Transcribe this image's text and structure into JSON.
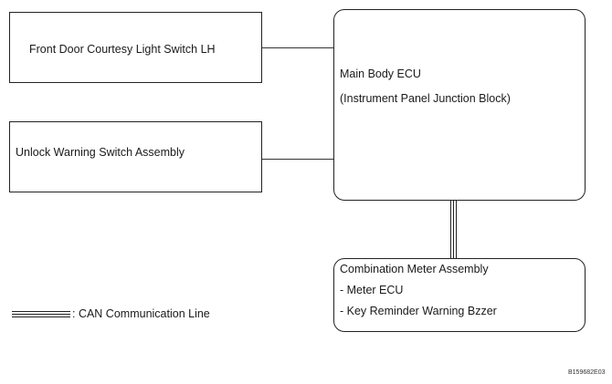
{
  "boxes": {
    "front_door_switch": {
      "label": "Front Door Courtesy Light Switch LH"
    },
    "unlock_warning_switch": {
      "label": "Unlock Warning Switch Assembly"
    },
    "main_body_ecu": {
      "title": "Main Body ECU",
      "subtitle": "(Instrument Panel Junction Block)"
    },
    "combination_meter": {
      "title": "Combination Meter Assembly",
      "items": [
        "- Meter ECU",
        "- Key Reminder Warning Bzzer"
      ]
    }
  },
  "legend": {
    "can_line_label": ": CAN Communication Line"
  },
  "figure_code": "B159682E03"
}
